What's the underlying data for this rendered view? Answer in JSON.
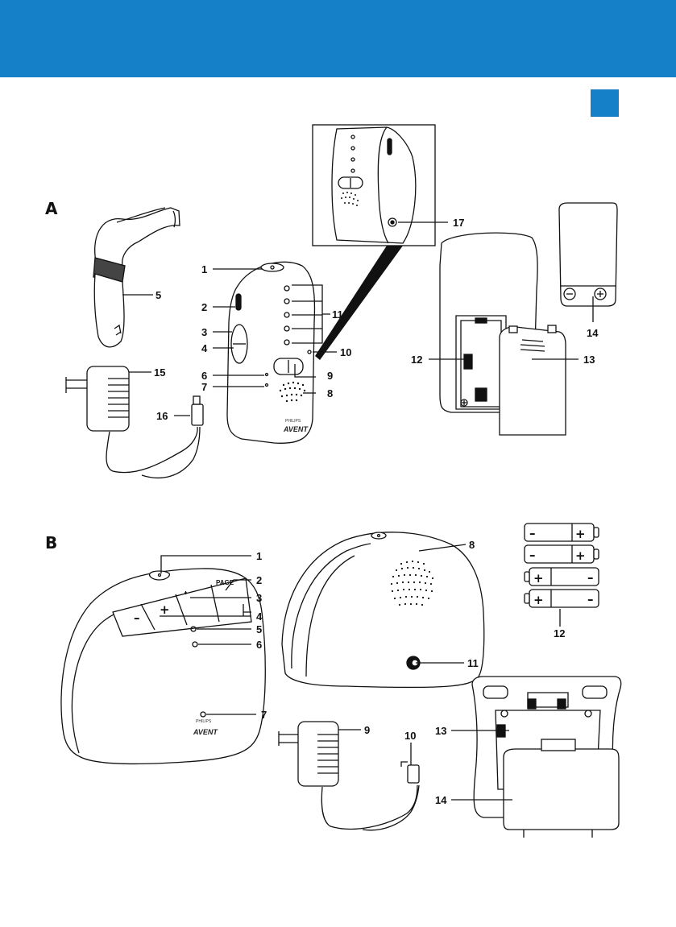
{
  "page": {
    "accent_color": "#1580c8"
  },
  "sections": {
    "a": "A",
    "b": "B"
  },
  "labels_a": {
    "l1": "1",
    "l2": "2",
    "l3": "3",
    "l4": "4",
    "l5": "5",
    "l6": "6",
    "l7": "7",
    "l8": "8",
    "l9": "9",
    "l10": "10",
    "l11": "11",
    "l12": "12",
    "l13": "13",
    "l14": "14",
    "l15": "15",
    "l16": "16",
    "l17": "17"
  },
  "labels_b": {
    "l1": "1",
    "l2": "2",
    "l3": "3",
    "l4": "4",
    "l5": "5",
    "l6": "6",
    "l7": "7",
    "l8": "8",
    "l9": "9",
    "l10": "10",
    "l11": "11",
    "l12": "12",
    "l13": "13",
    "l14": "14"
  },
  "device_text": {
    "page_button": "PAGE",
    "minus": "–",
    "plus": "+",
    "brand_small": "PHILIPS",
    "brand_large": "AVENT",
    "battery_plus": "+",
    "battery_minus": "–"
  }
}
